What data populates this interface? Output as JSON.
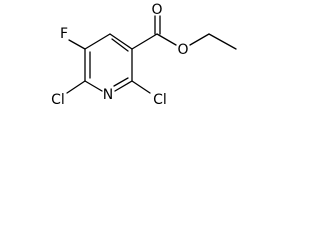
{
  "molecule": {
    "atom_labels": {
      "fluorine": "F",
      "carbonyl_oxygen": "O",
      "ester_oxygen": "O",
      "ring_nitrogen": "N",
      "chlorine_left": "Cl",
      "chlorine_right": "Cl"
    },
    "colors": {
      "bond": "#000000",
      "label": "#000000",
      "background": "#ffffff"
    }
  }
}
